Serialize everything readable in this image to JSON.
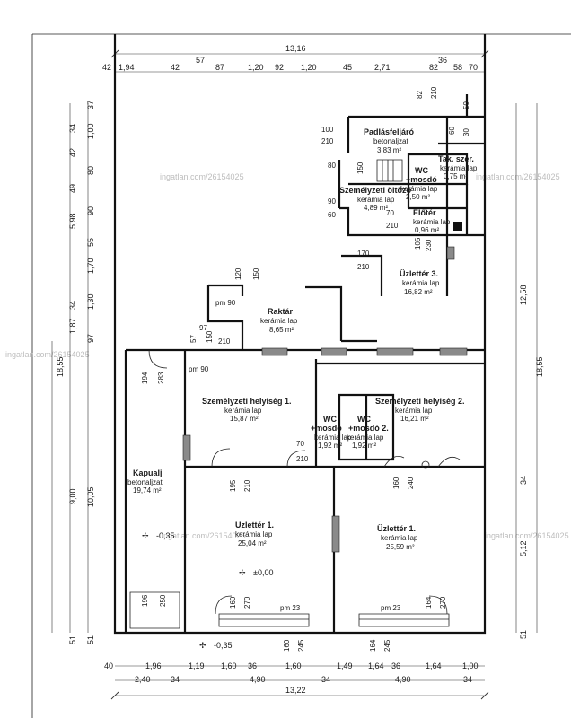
{
  "rooms": {
    "padlas": {
      "name": "Padlásfeljáró",
      "floor": "betonaljzat",
      "area": "3,83 m²"
    },
    "takszer": {
      "name": "Tak. szer.",
      "floor": "kerámia lap",
      "area": "0,75 m²"
    },
    "wc_top": {
      "name": "WC",
      "sub": "+mosdó"
    },
    "wc_top_floor": {
      "floor": "kerámia lap",
      "area": "2,50 m²"
    },
    "oltozo": {
      "name": "Személyzeti öltöző",
      "floor": "kerámia lap",
      "area": "4,89 m²"
    },
    "eloter": {
      "name": "Előtér",
      "floor": "kerámia lap",
      "area": "0,96 m²"
    },
    "uzlet3": {
      "name": "Üzlettér 3.",
      "floor": "kerámia lap",
      "area": "16,82 m²"
    },
    "raktar": {
      "name": "Raktár",
      "floor": "kerámia lap",
      "area": "8,65 m²"
    },
    "szemely1": {
      "name": "Személyzeti helyiség 1.",
      "floor": "kerámia lap",
      "area": "15,87 m²"
    },
    "szemely2": {
      "name": "Személyzeti helyiség 2.",
      "floor": "kerámia lap",
      "area": "16,21 m²"
    },
    "wc1": {
      "name": "WC",
      "sub": "+mosdó",
      "floor": "kerámia lap",
      "area": "1,92 m²"
    },
    "wc2": {
      "name": "WC",
      "sub": "+mosdó 2.",
      "floor": "kerámia lap",
      "area": "1,92 m²"
    },
    "kapualj": {
      "name": "Kapualj",
      "floor": "betonaljzat",
      "area": "19,74 m²"
    },
    "uzlet1a": {
      "name": "Üzlettér 1.",
      "floor": "kerámia lap",
      "area": "25,04 m²"
    },
    "uzlet1b": {
      "name": "Üzlettér 1.",
      "floor": "kerámia lap",
      "area": "25,59 m²"
    }
  },
  "levels": {
    "kapualj": "-0,35",
    "main": "±0,00",
    "street": "-0,35"
  },
  "top_dims": {
    "total": "13,16",
    "sub": "57",
    "sub2": "36",
    "row": [
      "42",
      "1,94",
      "42",
      "87",
      "1,20",
      "92",
      "1,20",
      "45",
      "2,71",
      "82",
      "58",
      "70"
    ]
  },
  "bottom_dims": {
    "row1": [
      "40",
      "1,96",
      "1,19",
      "1,60",
      "36",
      "1,60",
      "1,49",
      "1,64",
      "36",
      "1,64",
      "1,00"
    ],
    "row2": [
      "2,40",
      "34",
      "4,90",
      "34",
      "4,90",
      "34"
    ],
    "total": "13,22"
  },
  "left_dims": {
    "outer_total": "18,55",
    "upper": [
      "37",
      "1,00",
      "34",
      "42",
      "80",
      "49",
      "5,98",
      "90",
      "55",
      "1,70",
      "34",
      "1,30",
      "1,87",
      "97",
      "51"
    ],
    "lower": [
      "10,05",
      "9,00",
      "51"
    ]
  },
  "right_dims": {
    "upper": "12,58",
    "total": "18,55",
    "lower": [
      "34",
      "5,12",
      "51"
    ]
  },
  "openings": [
    "100",
    "210",
    "80",
    "150",
    "90",
    "60",
    "70",
    "210",
    "105",
    "230",
    "170",
    "210",
    "120",
    "150",
    "pm 90",
    "97",
    "210",
    "57",
    "150",
    "194",
    "283",
    "pm 90",
    "70",
    "210",
    "195",
    "210",
    "160",
    "240",
    "196",
    "250",
    "160",
    "270",
    "pm 23",
    "164",
    "270",
    "pm 23",
    "160",
    "245",
    "164",
    "245",
    "82",
    "210",
    "60",
    "30",
    "50"
  ],
  "watermark": "ingatlan.com/26154025"
}
